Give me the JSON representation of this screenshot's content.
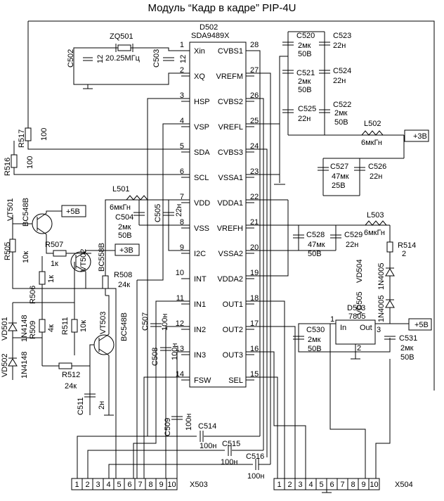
{
  "title": "Модуль “Кадр в кадре” PIP-4U",
  "ic": {
    "ref": "D502",
    "part": "SDA9489X",
    "left_pins": [
      {
        "num": "1",
        "name": "Xin"
      },
      {
        "num": "2",
        "name": "XQ"
      },
      {
        "num": "3",
        "name": "HSP"
      },
      {
        "num": "4",
        "name": "VSP"
      },
      {
        "num": "5",
        "name": "SDA"
      },
      {
        "num": "6",
        "name": "SCL"
      },
      {
        "num": "7",
        "name": "VDD"
      },
      {
        "num": "8",
        "name": "VSS"
      },
      {
        "num": "9",
        "name": "I2C"
      },
      {
        "num": "10",
        "name": "INT"
      },
      {
        "num": "11",
        "name": "IN1"
      },
      {
        "num": "12",
        "name": "IN2"
      },
      {
        "num": "13",
        "name": "IN3"
      },
      {
        "num": "14",
        "name": "FSW"
      }
    ],
    "right_pins": [
      {
        "num": "28",
        "name": "CVBS1"
      },
      {
        "num": "27",
        "name": "VREFM"
      },
      {
        "num": "26",
        "name": "CVBS2"
      },
      {
        "num": "25",
        "name": "VREFL"
      },
      {
        "num": "24",
        "name": "CVBS3"
      },
      {
        "num": "23",
        "name": "VSSA1"
      },
      {
        "num": "22",
        "name": "VDDA1"
      },
      {
        "num": "21",
        "name": "VREFH"
      },
      {
        "num": "20",
        "name": "VSSA2"
      },
      {
        "num": "19",
        "name": "VDDA2"
      },
      {
        "num": "18",
        "name": "OUT1"
      },
      {
        "num": "17",
        "name": "OUT2"
      },
      {
        "num": "16",
        "name": "OUT3"
      },
      {
        "num": "15",
        "name": "SEL"
      }
    ]
  },
  "components": {
    "zq501": {
      "ref": "ZQ501",
      "value": "20.25МГц"
    },
    "c502": {
      "ref": "C502",
      "value": "12"
    },
    "c503": {
      "ref": "C503",
      "value": "12"
    },
    "c520": {
      "ref": "C520",
      "value": "2мк",
      "volt": "50В"
    },
    "c523": {
      "ref": "C523",
      "value": "22н"
    },
    "c521": {
      "ref": "C521",
      "value": "2мк",
      "volt": "50В"
    },
    "c524": {
      "ref": "C524",
      "value": "22н"
    },
    "c525": {
      "ref": "C525",
      "value": "22н"
    },
    "c522": {
      "ref": "C522",
      "value": "2мк",
      "volt": "50В"
    },
    "l502": {
      "ref": "L502",
      "value": "6мкГн"
    },
    "c527": {
      "ref": "C527",
      "value": "47мк",
      "volt": "25В"
    },
    "c526": {
      "ref": "C526",
      "value": "22н"
    },
    "l503": {
      "ref": "L503",
      "value": "6мкГн"
    },
    "c528": {
      "ref": "C528",
      "value": "47мк",
      "volt": "50В"
    },
    "c529": {
      "ref": "C529",
      "value": "22н"
    },
    "r514": {
      "ref": "R514",
      "value": "2"
    },
    "vd504": {
      "ref": "VD504",
      "value": "1N4005"
    },
    "vd505": {
      "ref": "VD505",
      "value": "1N4005"
    },
    "d503": {
      "ref": "D503",
      "value": "7805",
      "in": "In",
      "out": "Out",
      "pin1": "1",
      "pin2": "2",
      "pin3": "3"
    },
    "c530": {
      "ref": "C530",
      "value": "2мк",
      "volt": "50В"
    },
    "c531": {
      "ref": "C531",
      "value": "2мк",
      "volt": "50В"
    },
    "r517": {
      "ref": "R517",
      "value": "100"
    },
    "r516": {
      "ref": "R516",
      "value": "100"
    },
    "l501": {
      "ref": "L501",
      "value": "6мкГн"
    },
    "c504": {
      "ref": "C504",
      "value": "2мк",
      "volt": "50В"
    },
    "c505": {
      "ref": "C505",
      "value": "22н"
    },
    "vt501": {
      "ref": "VT501",
      "value": "BC548B"
    },
    "vt502": {
      "ref": "VT502",
      "value": "BC558B"
    },
    "vt503": {
      "ref": "VT503",
      "value": "BC548B"
    },
    "r505": {
      "ref": "R505",
      "value": "10к"
    },
    "r507": {
      "ref": "R507",
      "value": "1к"
    },
    "r506": {
      "ref": "R506",
      "value": "1к"
    },
    "r508": {
      "ref": "R508",
      "value": "24к"
    },
    "r509": {
      "ref": "R509",
      "value": "4к"
    },
    "r511": {
      "ref": "R511",
      "value": "10к"
    },
    "r512": {
      "ref": "R512",
      "value": "24к"
    },
    "vd501": {
      "ref": "VD501",
      "value": "1N4148"
    },
    "vd502": {
      "ref": "VD502",
      "value": "1N4148"
    },
    "c511": {
      "ref": "C511",
      "value": "2н"
    },
    "c507": {
      "ref": "C507",
      "value": "100н"
    },
    "c508": {
      "ref": "C508",
      "value": "100н"
    },
    "c509": {
      "ref": "C509",
      "value": "100н"
    },
    "c514": {
      "ref": "C514",
      "value": "100н"
    },
    "c515": {
      "ref": "C515",
      "value": "100н"
    },
    "c516": {
      "ref": "C516",
      "value": "100н"
    }
  },
  "supplies": {
    "p3v_top": "+3В",
    "p5v_vt501": "+5В",
    "p3v_vt502": "+3В",
    "p5v_reg": "+5В"
  },
  "connectors": {
    "x503": {
      "ref": "X503",
      "pins": [
        "1",
        "2",
        "3",
        "4",
        "5",
        "6",
        "7",
        "8",
        "9",
        "10"
      ]
    },
    "x504": {
      "ref": "X504",
      "pins": [
        "1",
        "2",
        "3",
        "4",
        "5",
        "6",
        "7",
        "8",
        "9",
        "10"
      ]
    }
  }
}
